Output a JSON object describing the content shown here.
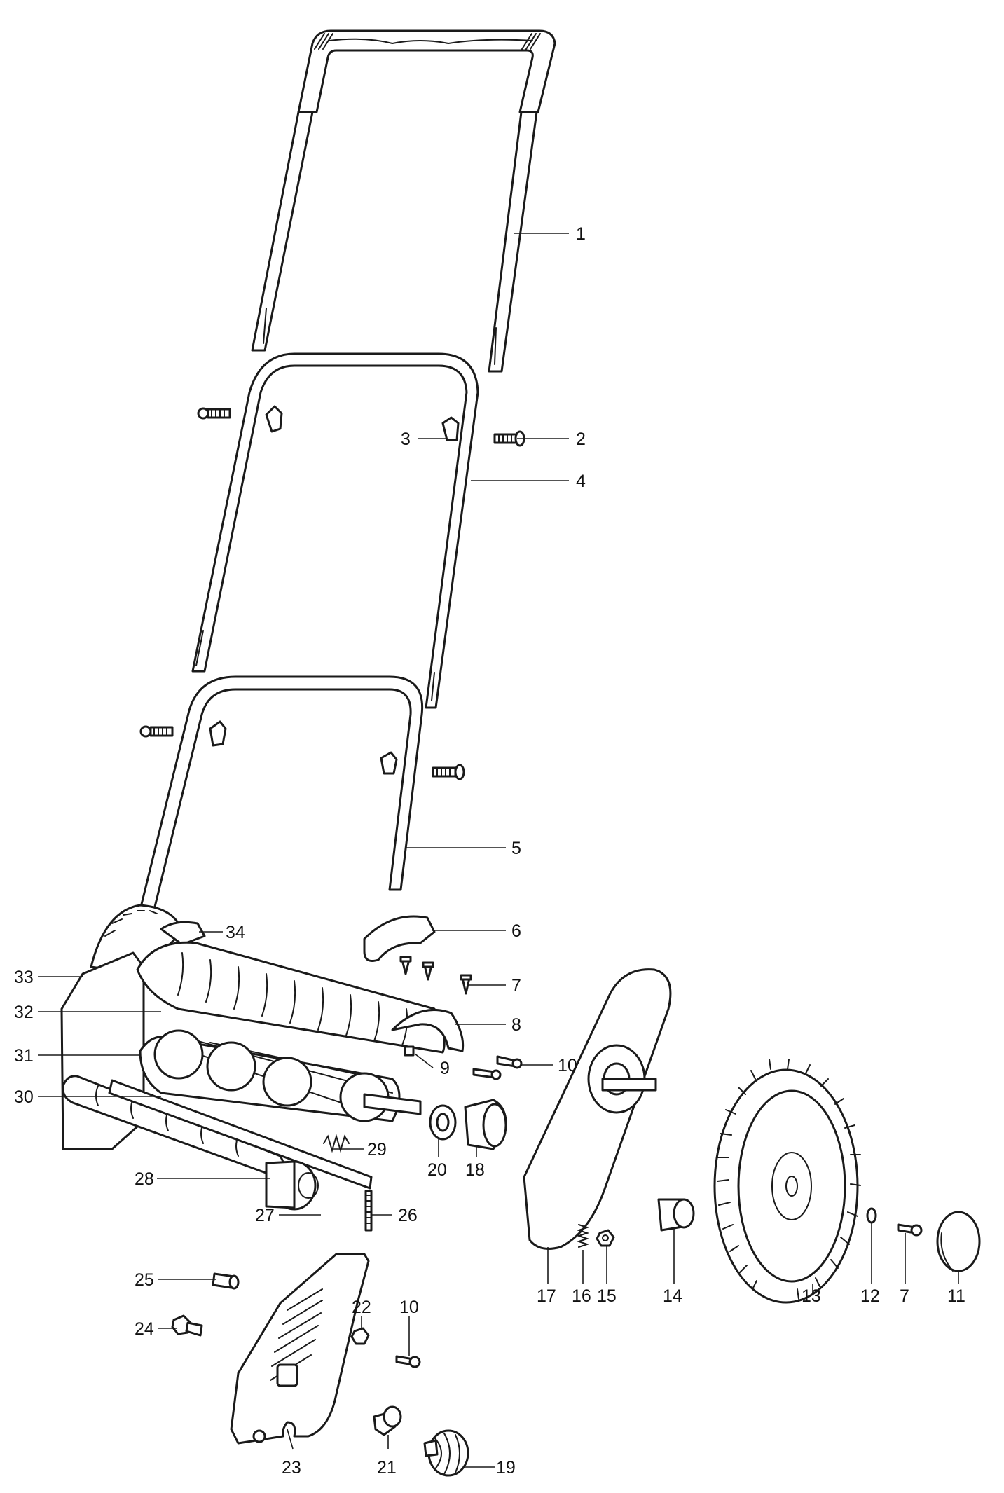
{
  "diagram": {
    "labels": [
      {
        "id": "c1",
        "text": "1"
      },
      {
        "id": "c2",
        "text": "2"
      },
      {
        "id": "c3",
        "text": "3"
      },
      {
        "id": "c4",
        "text": "4"
      },
      {
        "id": "c5",
        "text": "5"
      },
      {
        "id": "c6",
        "text": "6"
      },
      {
        "id": "c7a",
        "text": "7"
      },
      {
        "id": "c8",
        "text": "8"
      },
      {
        "id": "c9",
        "text": "9"
      },
      {
        "id": "c10a",
        "text": "10"
      },
      {
        "id": "c11",
        "text": "11"
      },
      {
        "id": "c12",
        "text": "12"
      },
      {
        "id": "c7b",
        "text": "7"
      },
      {
        "id": "c13",
        "text": "13"
      },
      {
        "id": "c14",
        "text": "14"
      },
      {
        "id": "c15",
        "text": "15"
      },
      {
        "id": "c16",
        "text": "16"
      },
      {
        "id": "c17",
        "text": "17"
      },
      {
        "id": "c18",
        "text": "18"
      },
      {
        "id": "c19",
        "text": "19"
      },
      {
        "id": "c20",
        "text": "20"
      },
      {
        "id": "c21",
        "text": "21"
      },
      {
        "id": "c22",
        "text": "22"
      },
      {
        "id": "c10b",
        "text": "10"
      },
      {
        "id": "c23",
        "text": "23"
      },
      {
        "id": "c24",
        "text": "24"
      },
      {
        "id": "c25",
        "text": "25"
      },
      {
        "id": "c26",
        "text": "26"
      },
      {
        "id": "c27",
        "text": "27"
      },
      {
        "id": "c28",
        "text": "28"
      },
      {
        "id": "c29",
        "text": "29"
      },
      {
        "id": "c30",
        "text": "30"
      },
      {
        "id": "c31",
        "text": "31"
      },
      {
        "id": "c32",
        "text": "32"
      },
      {
        "id": "c33",
        "text": "33"
      },
      {
        "id": "c34",
        "text": "34"
      }
    ]
  }
}
